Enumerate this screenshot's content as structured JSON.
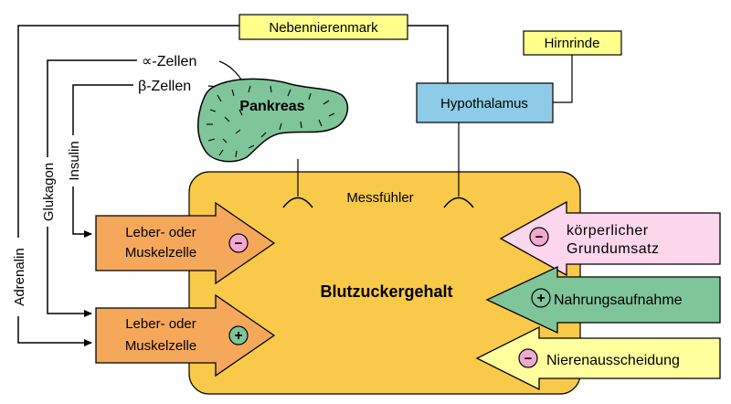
{
  "labels": {
    "nebennierenmark": "Nebennierenmark",
    "hirnrinde": "Hirnrinde",
    "hypothalamus": "Hypothalamus",
    "alpha_zellen": "∝-Zellen",
    "beta_zellen": "β-Zellen",
    "pankreas": "Pankreas",
    "messfuehler": "Messfühler",
    "blutzuckergehalt": "Blutzuckergehalt",
    "adrenalin": "Adrenalin",
    "glukagon": "Glukagon",
    "insulin": "Insulin"
  },
  "cells": [
    {
      "line1": "Leber- oder",
      "line2": "Muskelzelle",
      "sign": "−"
    },
    {
      "line1": "Leber- oder",
      "line2": "Muskelzelle",
      "sign": "+"
    }
  ],
  "factors": [
    {
      "line1": "körperlicher",
      "line2": "Grundumsatz",
      "sign": "−"
    },
    {
      "line1": "Nahrungsaufnahme",
      "sign": "+"
    },
    {
      "line1": "Nierenausscheidung",
      "sign": "−"
    }
  ],
  "colors": {
    "blood_box": "#f9c94a",
    "cell_arrow": "#f6a85a",
    "hypothalamus": "#8ecbe6",
    "label_box": "#ffff8c",
    "pankreas": "#7fc59a",
    "grundumsatz": "#fbd6ec",
    "nahrung": "#7fc59a",
    "nieren": "#ffff9e",
    "minus_circle": "#f2a8d0",
    "plus_circle": "#7fc59a"
  }
}
